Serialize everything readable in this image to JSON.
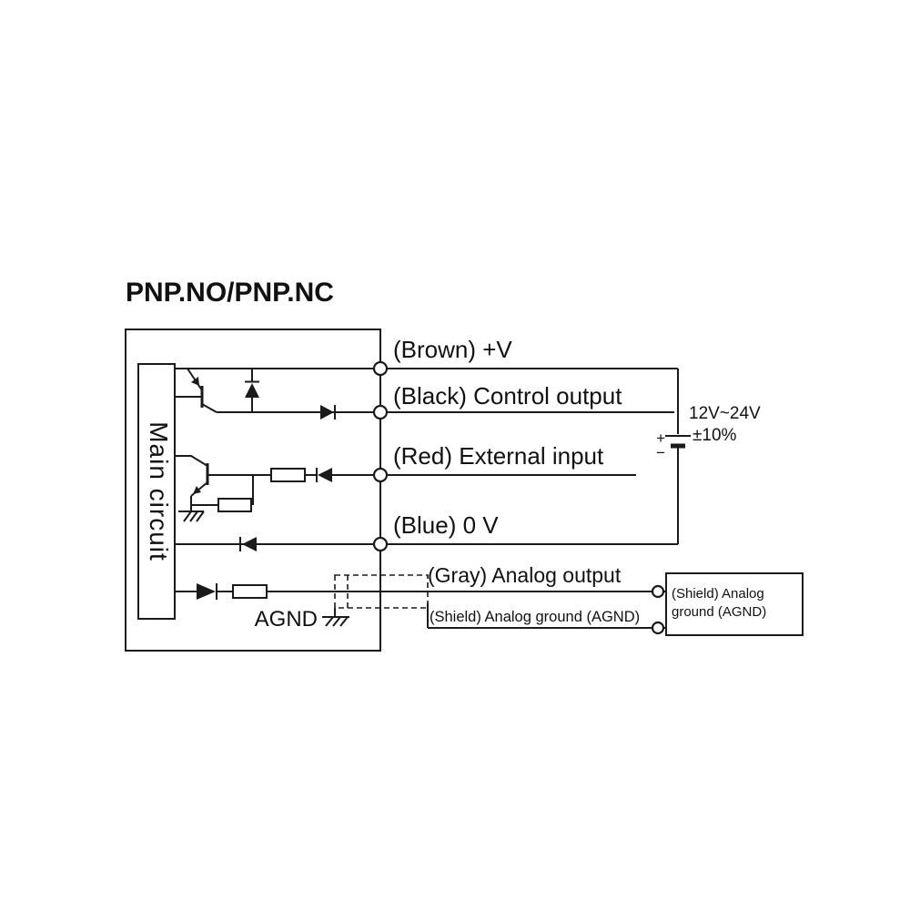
{
  "diagram": {
    "title": "PNP.NO/PNP.NC",
    "main_circuit_label": "Main circuit",
    "wires": {
      "brown": "(Brown) +V",
      "black": "(Black) Control output",
      "red": "(Red) External input",
      "blue": "(Blue) 0 V",
      "gray": "(Gray) Analog output",
      "shield": "(Shield) Analog ground (AGND)"
    },
    "power_supply": {
      "voltage": "12V~24V",
      "tolerance": "±10%",
      "plus": "+",
      "minus": "−"
    },
    "agnd_label": "AGND",
    "shield_box": {
      "line1": "(Shield) Analog",
      "line2": "ground (AGND)"
    },
    "colors": {
      "line": "#1a1a1a",
      "background": "#ffffff"
    }
  }
}
